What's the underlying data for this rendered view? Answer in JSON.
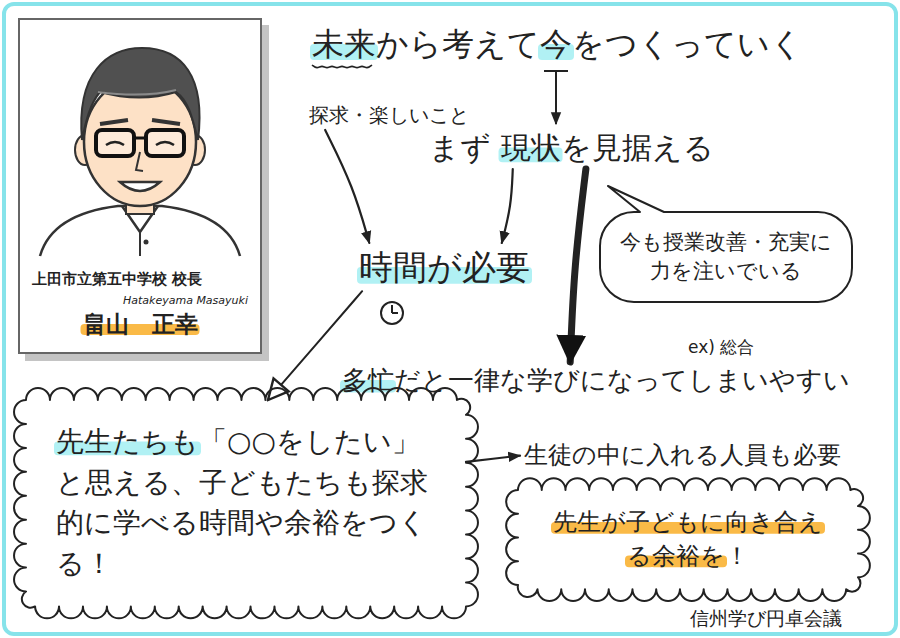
{
  "diagram": {
    "title": "未来から考えて今をつくっていく",
    "nodes": [
      {
        "text": [
          "上田市立第五中学校 校長",
          "Hatakeyama Masayuki",
          "畠山　正幸"
        ]
      },
      {
        "text": [
          "探求・楽しいこと"
        ]
      },
      {
        "text": [
          "まず 現状を見据える"
        ]
      },
      {
        "text": [
          "時間が必要"
        ]
      },
      {
        "text": [
          "今も授業改善・充実に力を注いでいる"
        ]
      },
      {
        "text": [
          "多忙だと一律な学びになってしまいやすい"
        ]
      },
      {
        "text": [
          "先生たちも「○○をしたい」と思える、子どもたちも探求的に学べる時間や余裕をつくる！"
        ]
      },
      {
        "text": [
          "生徒の中に入れる人員も必要"
        ]
      },
      {
        "text": [
          "先生が子どもに向き合える余裕を！"
        ]
      }
    ],
    "edges": [
      {
        "from": 1,
        "to": 3,
        "arrow": "to"
      },
      {
        "from": 2,
        "to": 3,
        "arrow": "to"
      },
      {
        "from": 2,
        "to": 5,
        "arrow": "to"
      },
      {
        "from": 3,
        "to": 6,
        "arrow": "to"
      },
      {
        "from": 6,
        "to": 7,
        "arrow": "to"
      }
    ],
    "labels": [
      "ex) 総合",
      "信州学び円卓会議"
    ]
  }
}
